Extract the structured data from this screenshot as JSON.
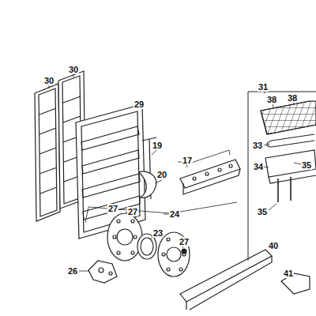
{
  "diagram": {
    "labels": [
      "30",
      "30",
      "31",
      "38",
      "38",
      "29",
      "33",
      "19",
      "17",
      "34",
      "35",
      "20",
      "35",
      "24",
      "27",
      "27",
      "23",
      "27",
      "40",
      "26",
      "41"
    ]
  }
}
